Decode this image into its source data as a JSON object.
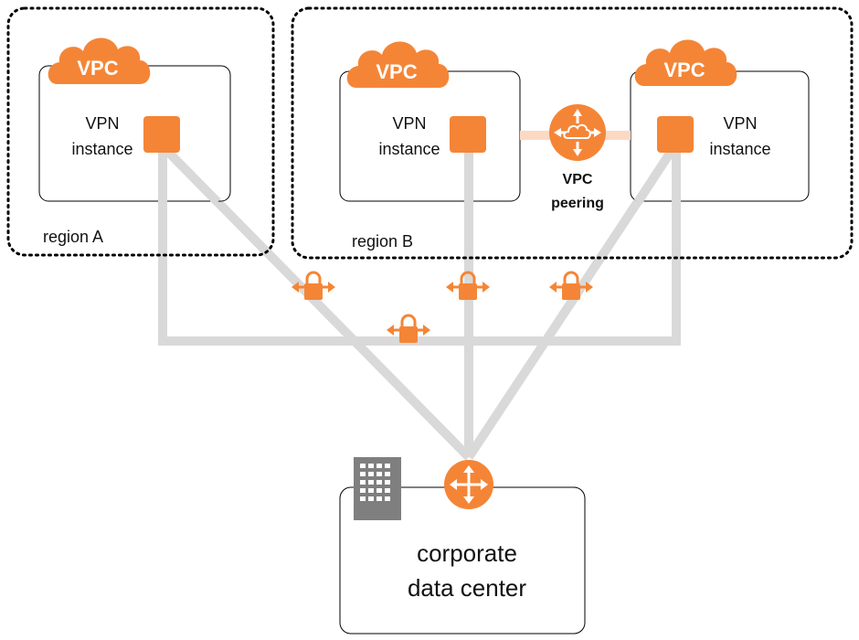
{
  "regions": {
    "a_label": "region A",
    "b_label": "region B"
  },
  "vpcs": [
    {
      "badge": "VPC",
      "vpn_line1": "VPN",
      "vpn_line2": "instance"
    },
    {
      "badge": "VPC",
      "vpn_line1": "VPN",
      "vpn_line2": "instance"
    },
    {
      "badge": "VPC",
      "vpn_line1": "VPN",
      "vpn_line2": "instance"
    }
  ],
  "peering": {
    "line1": "VPC",
    "line2": "peering"
  },
  "datacenter": {
    "line1": "corporate",
    "line2": "data center"
  },
  "colors": {
    "accent": "#f58536",
    "link": "#d9d9d9",
    "peering_link": "#fbd9c3",
    "building": "#7f7f7f",
    "border": "#000000"
  },
  "icons": {
    "vpc": "cloud-icon",
    "vpn_instance": "square-instance-icon",
    "vpn_tunnel": "padlock-arrows-icon",
    "peering": "router-cloud-icon",
    "router": "router-icon",
    "building": "building-icon"
  }
}
